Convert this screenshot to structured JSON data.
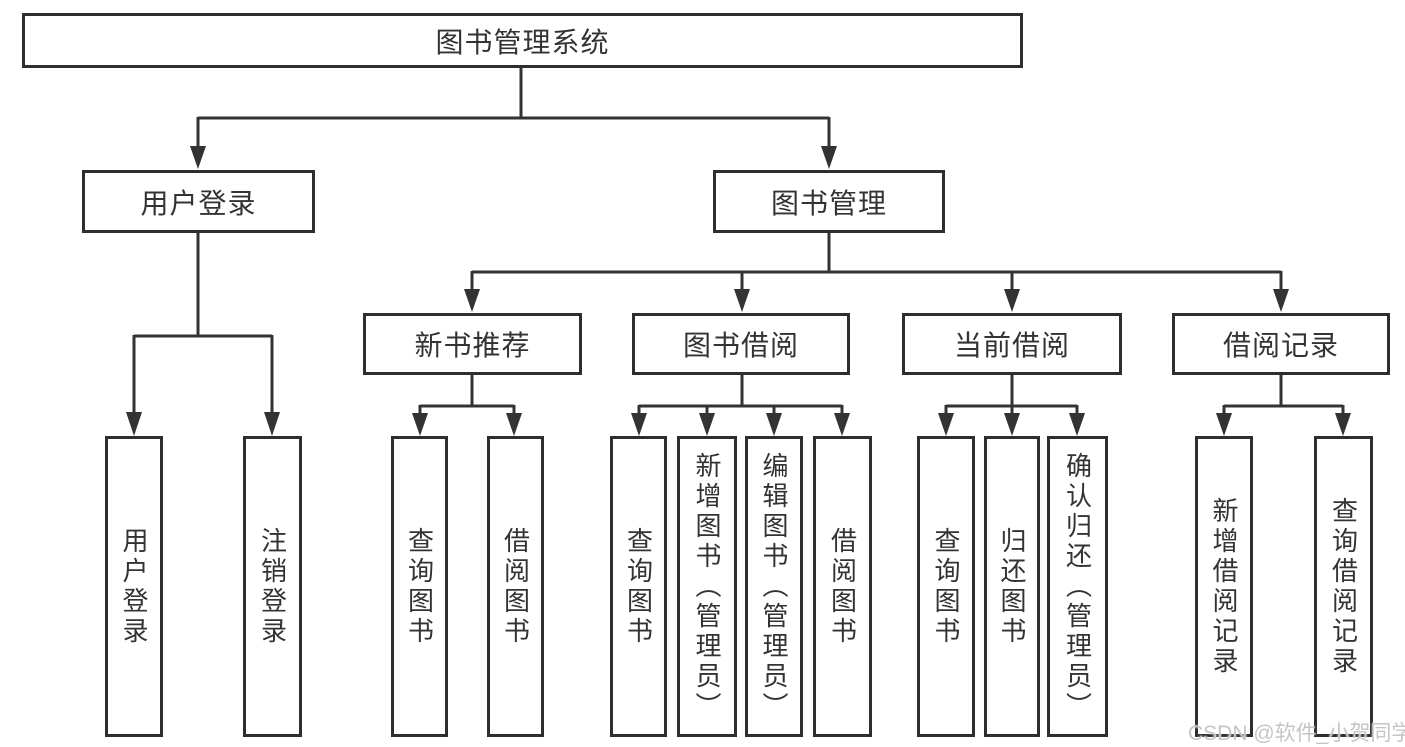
{
  "diagram": {
    "type": "hierarchy-tree",
    "title": "图书管理系统",
    "nodes": {
      "root": {
        "label": "图书管理系统"
      },
      "user_login": {
        "label": "用户登录",
        "children": [
          "用户登录",
          "注销登录"
        ]
      },
      "book_mgmt": {
        "label": "图书管理"
      },
      "new_book_rec": {
        "label": "新书推荐",
        "children": [
          "查询图书",
          "借阅图书"
        ]
      },
      "book_borrow": {
        "label": "图书借阅",
        "children": [
          "查询图书",
          "新增图书（管理员）",
          "编辑图书（管理员）",
          "借阅图书"
        ]
      },
      "current_borrow": {
        "label": "当前借阅",
        "children": [
          "查询图书",
          "归还图书",
          "确认归还（管理员）"
        ]
      },
      "borrow_records": {
        "label": "借阅记录",
        "children": [
          "新增借阅记录",
          "查询借阅记录"
        ]
      }
    },
    "watermark": "CSDN @软件_小贺同学",
    "colors": {
      "line": "#333333",
      "box_border": "#2e2e2e",
      "text": "#333333",
      "watermark": "#c5c5c5",
      "background": "#ffffff"
    }
  }
}
